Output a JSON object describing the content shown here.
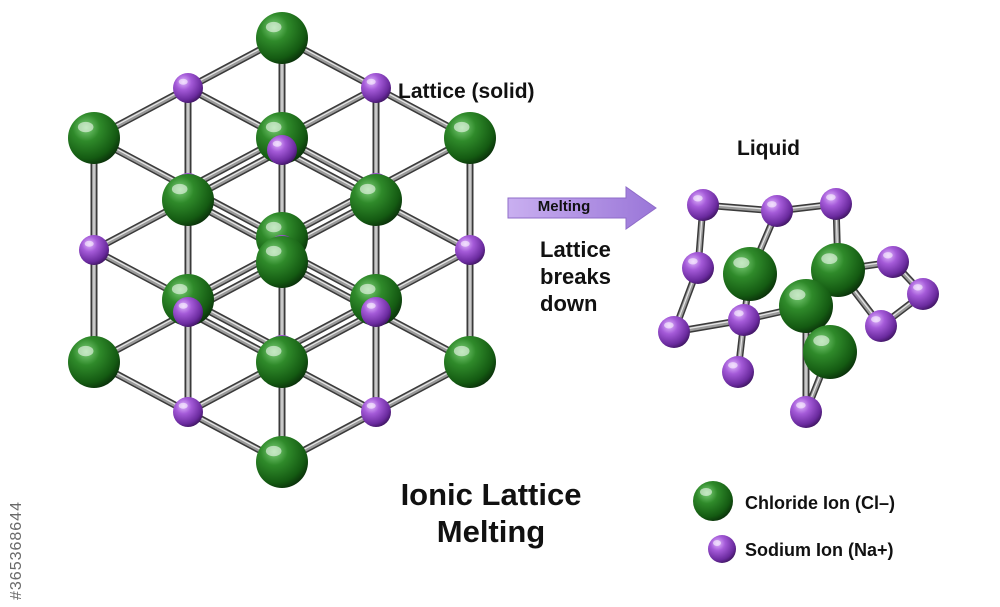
{
  "labels": {
    "lattice": "Lattice (solid)",
    "liquid": "Liquid",
    "breaks_line1": "Lattice",
    "breaks_line2": "breaks",
    "breaks_line3": "down",
    "title_line1": "Ionic Lattice",
    "title_line2": "Melting"
  },
  "arrow": {
    "label": "Melting",
    "color": "#b08ee0"
  },
  "legend": {
    "chloride": "Chloride Ion (Cl–)",
    "sodium": "Sodium Ion (Na+)"
  },
  "colors": {
    "chloride": "#1e6a1a",
    "sodium": "#8a3fc4",
    "bond": "#9a9a9a"
  },
  "watermark": "#365368644"
}
